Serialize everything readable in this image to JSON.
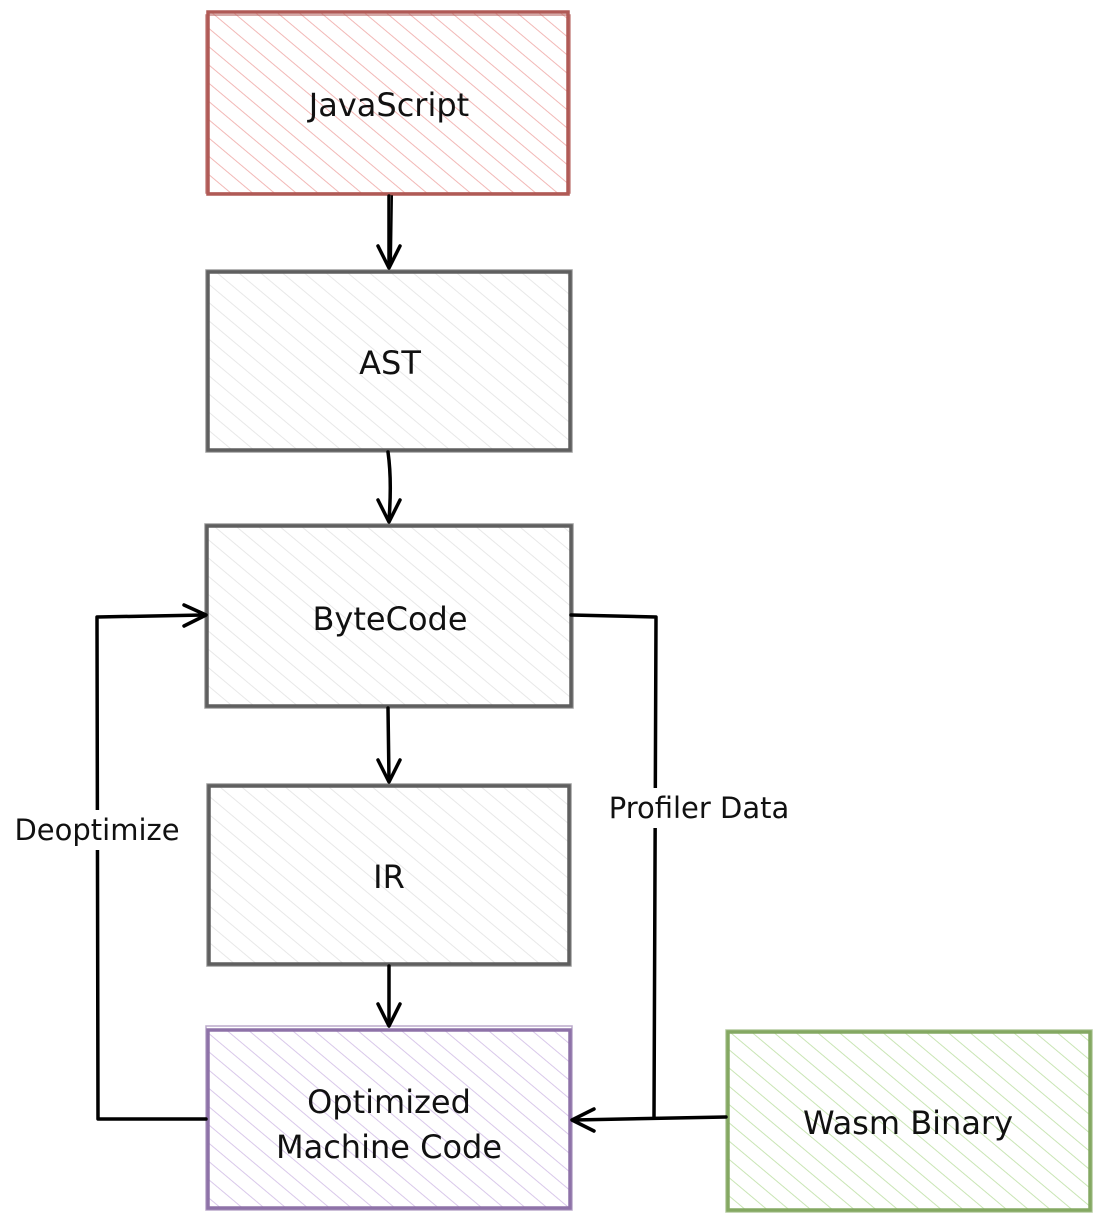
{
  "diagram": {
    "title": "V8 compilation pipeline",
    "nodes": [
      {
        "id": "javascript",
        "label": "JavaScript",
        "stroke": "#b05a56",
        "fill": "#f2b8b6"
      },
      {
        "id": "ast",
        "label": "AST",
        "stroke": "#5f5f5f",
        "fill": "#e6e6e6"
      },
      {
        "id": "bytecode",
        "label": "ByteCode",
        "stroke": "#5f5f5f",
        "fill": "#e6e6e6"
      },
      {
        "id": "ir",
        "label": "IR",
        "stroke": "#5f5f5f",
        "fill": "#e6e6e6"
      },
      {
        "id": "optimized",
        "label_line1": "Optimized",
        "label_line2": "Machine Code",
        "stroke": "#8e72a8",
        "fill": "#d9c8ea"
      },
      {
        "id": "wasm",
        "label": "Wasm Binary",
        "stroke": "#84a862",
        "fill": "#c9e5b4"
      }
    ],
    "edges": [
      {
        "from": "javascript",
        "to": "ast",
        "label": ""
      },
      {
        "from": "ast",
        "to": "bytecode",
        "label": ""
      },
      {
        "from": "bytecode",
        "to": "ir",
        "label": ""
      },
      {
        "from": "ir",
        "to": "optimized",
        "label": ""
      },
      {
        "from": "optimized",
        "to": "bytecode",
        "label": "Deoptimize"
      },
      {
        "from": "bytecode",
        "to": "optimized",
        "label": "Profiler Data"
      },
      {
        "from": "wasm",
        "to": "optimized",
        "label": ""
      }
    ]
  }
}
